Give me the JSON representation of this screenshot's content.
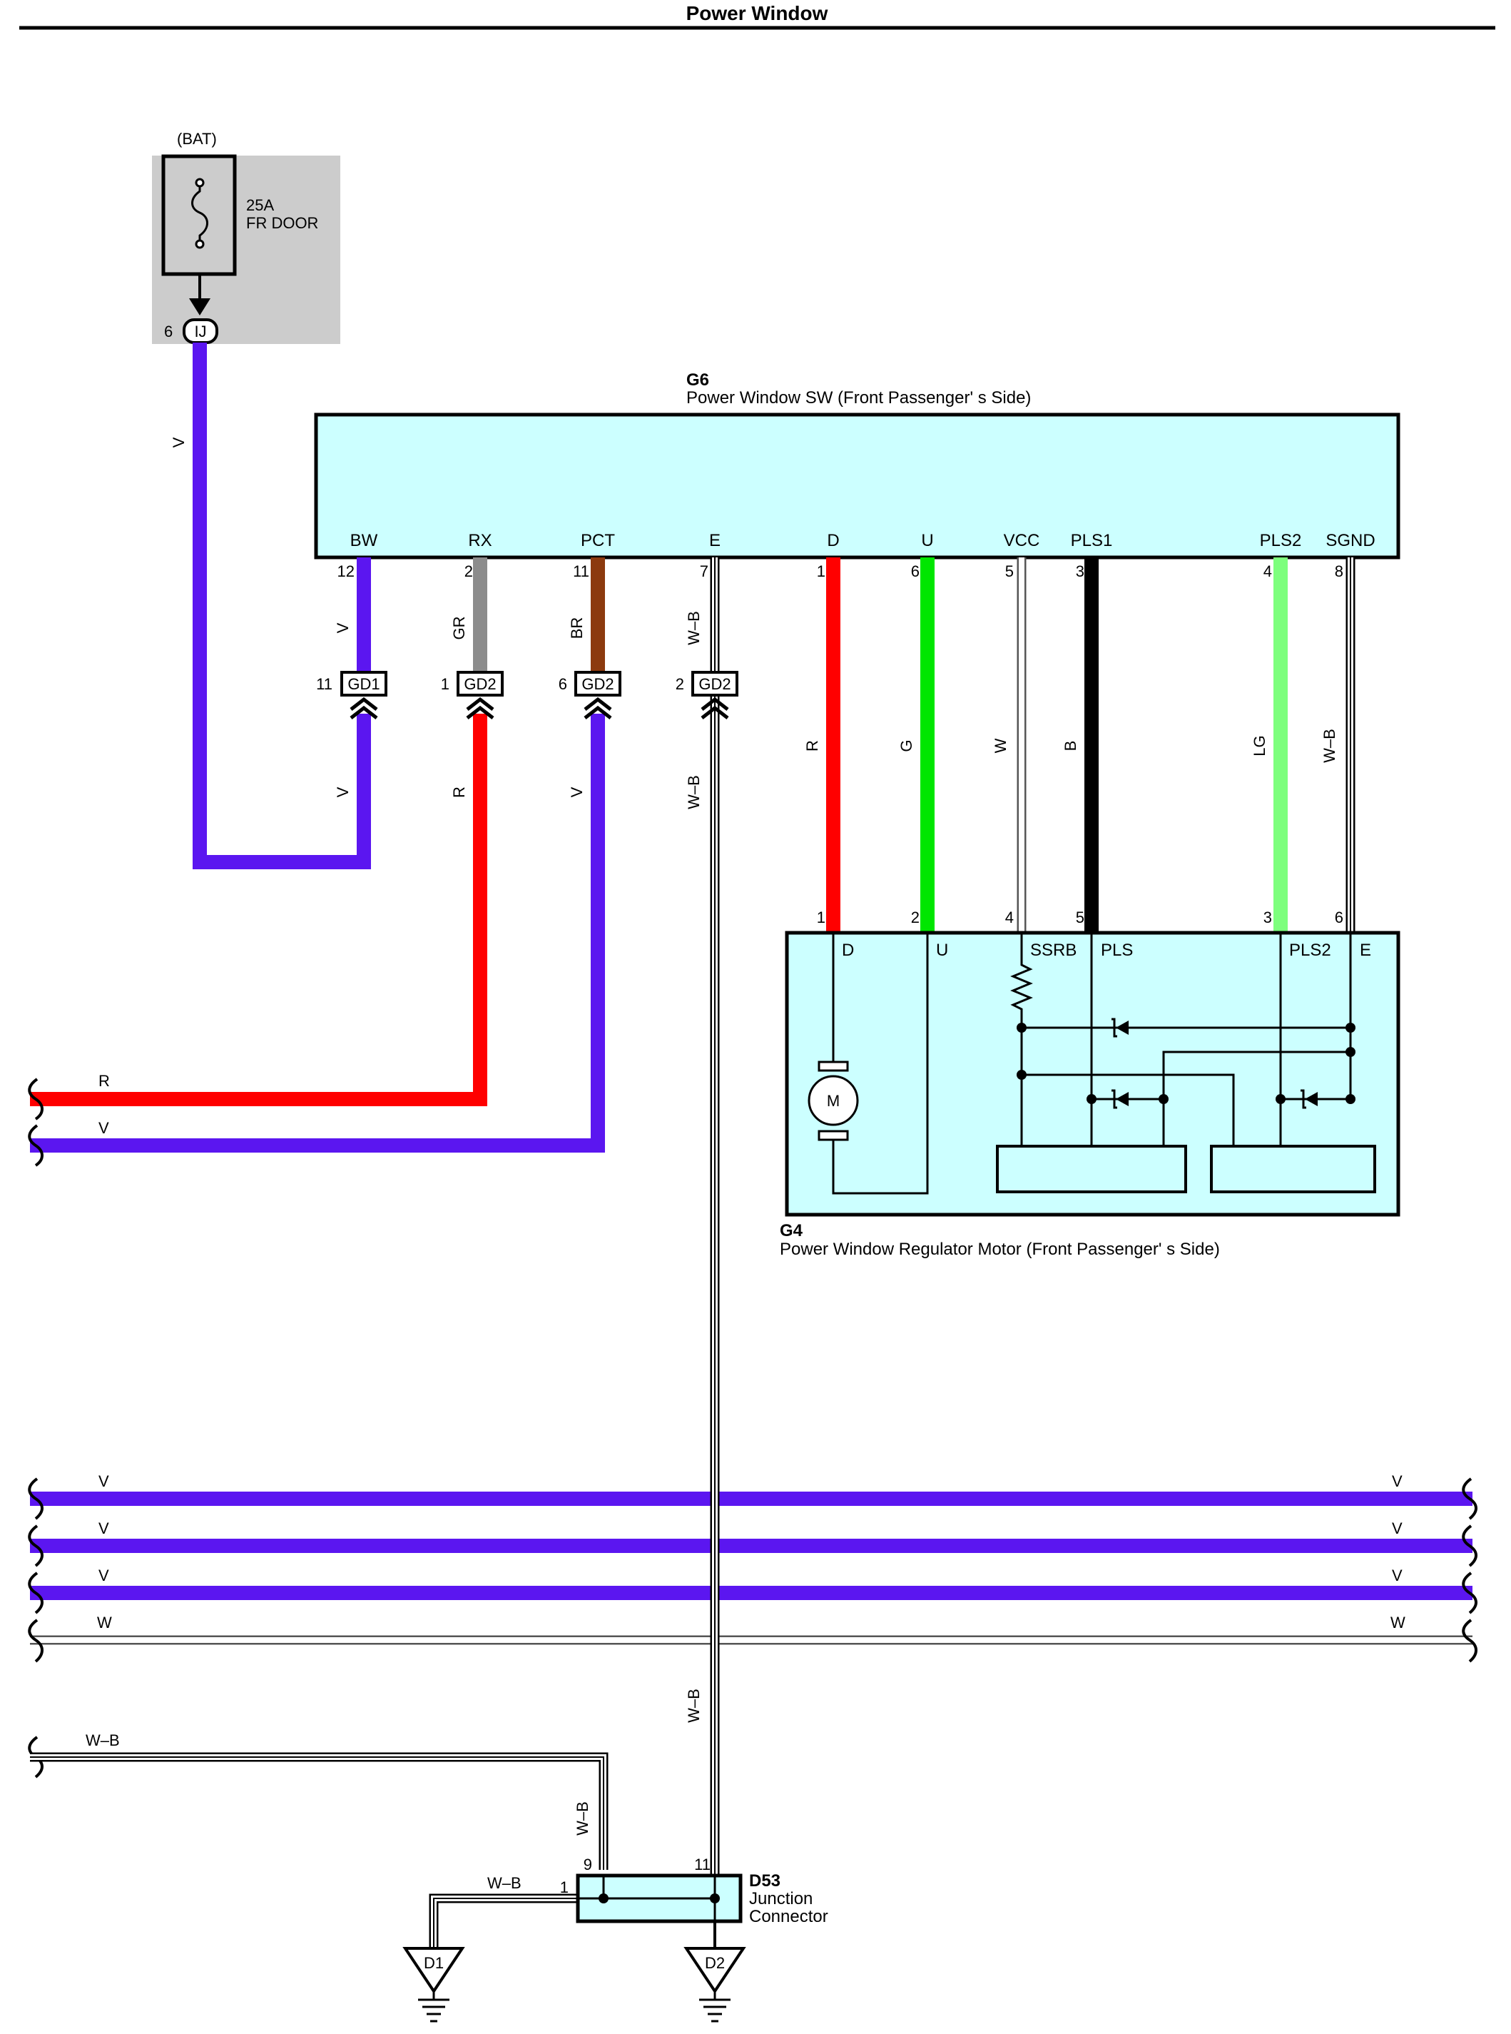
{
  "title": "Power Window",
  "colors": {
    "V": "#5b16f0",
    "R": "#ff0000",
    "GR": "#8c8c8c",
    "BR": "#8c3a0e",
    "G": "#00e600",
    "B": "#000000",
    "LG": "#7dff7d",
    "W": "#ffffff",
    "component_fill": "#ccffff",
    "fuse_box_fill": "#cccccc"
  },
  "fuse": {
    "source": "(BAT)",
    "rating": "25A",
    "name": "FR DOOR",
    "connector": "IJ",
    "pin": "6"
  },
  "switch": {
    "code": "G6",
    "name": "Power Window SW (Front Passenger' s Side)",
    "terminals": [
      {
        "label": "BW",
        "pin": "12",
        "wire": "V"
      },
      {
        "label": "RX",
        "pin": "2",
        "wire": "GR"
      },
      {
        "label": "PCT",
        "pin": "11",
        "wire": "BR"
      },
      {
        "label": "E",
        "pin": "7",
        "wire": "W–B"
      },
      {
        "label": "D",
        "pin": "1",
        "wire": "R"
      },
      {
        "label": "U",
        "pin": "6",
        "wire": "G"
      },
      {
        "label": "VCC",
        "pin": "5",
        "wire": "W"
      },
      {
        "label": "PLS1",
        "pin": "3",
        "wire": "B"
      },
      {
        "label": "PLS2",
        "pin": "4",
        "wire": "LG"
      },
      {
        "label": "SGND",
        "pin": "8",
        "wire": "W–B"
      }
    ]
  },
  "connectors": [
    {
      "name": "GD1",
      "pin": "11",
      "wire_below": "V"
    },
    {
      "name": "GD2",
      "pin": "1",
      "wire_below": "R"
    },
    {
      "name": "GD2",
      "pin": "6",
      "wire_below": "V"
    },
    {
      "name": "GD2",
      "pin": "2",
      "wire_below": "W–B"
    }
  ],
  "motor": {
    "code": "G4",
    "name": "Power Window Regulator Motor (Front Passenger' s Side)",
    "symbol": "M",
    "terminals": [
      {
        "label": "D",
        "pin": "1"
      },
      {
        "label": "U",
        "pin": "2"
      },
      {
        "label": "SSRB",
        "pin": "4"
      },
      {
        "label": "PLS",
        "pin": "5"
      },
      {
        "label": "PLS2",
        "pin": "3"
      },
      {
        "label": "E",
        "pin": "6"
      }
    ]
  },
  "left_wires": [
    "R",
    "V"
  ],
  "bus_wires": [
    "V",
    "V",
    "V",
    "W"
  ],
  "ground_in": "W–B",
  "junction": {
    "code": "D53",
    "line1": "Junction",
    "line2": "Connector",
    "pin_in": "9",
    "pin_main": "11",
    "pin_out": "1",
    "wire_in": "W–B",
    "wire_out": "W–B",
    "wire_main": "W–B"
  },
  "grounds": [
    "D1",
    "D2"
  ]
}
